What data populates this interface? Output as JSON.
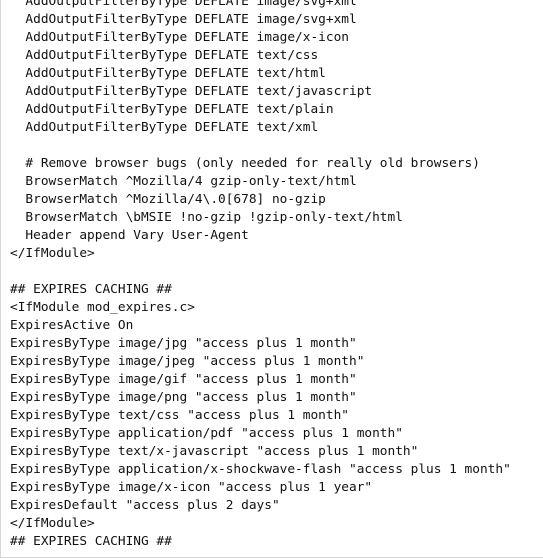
{
  "editor": {
    "lines": [
      "  AddOutputFilterByType DEFLATE image/svg+xml",
      "  AddOutputFilterByType DEFLATE image/svg+xml",
      "  AddOutputFilterByType DEFLATE image/x-icon",
      "  AddOutputFilterByType DEFLATE text/css",
      "  AddOutputFilterByType DEFLATE text/html",
      "  AddOutputFilterByType DEFLATE text/javascript",
      "  AddOutputFilterByType DEFLATE text/plain",
      "  AddOutputFilterByType DEFLATE text/xml",
      "",
      "  # Remove browser bugs (only needed for really old browsers)",
      "  BrowserMatch ^Mozilla/4 gzip-only-text/html",
      "  BrowserMatch ^Mozilla/4\\.0[678] no-gzip",
      "  BrowserMatch \\bMSIE !no-gzip !gzip-only-text/html",
      "  Header append Vary User-Agent",
      "</IfModule>",
      "",
      "## EXPIRES CACHING ##",
      "<IfModule mod_expires.c>",
      "ExpiresActive On",
      "ExpiresByType image/jpg \"access plus 1 month\"",
      "ExpiresByType image/jpeg \"access plus 1 month\"",
      "ExpiresByType image/gif \"access plus 1 month\"",
      "ExpiresByType image/png \"access plus 1 month\"",
      "ExpiresByType text/css \"access plus 1 month\"",
      "ExpiresByType application/pdf \"access plus 1 month\"",
      "ExpiresByType text/x-javascript \"access plus 1 month\"",
      "ExpiresByType application/x-shockwave-flash \"access plus 1 month\"",
      "ExpiresByType image/x-icon \"access plus 1 year\"",
      "ExpiresDefault \"access plus 2 days\"",
      "</IfModule>",
      "## EXPIRES CACHING ##"
    ]
  }
}
